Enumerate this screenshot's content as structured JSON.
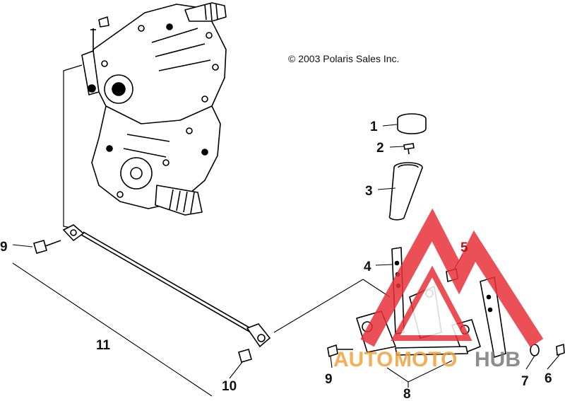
{
  "copyright": "© 2003 Polaris Sales Inc.",
  "callouts": {
    "c1": "1",
    "c2": "2",
    "c3": "3",
    "c4": "4",
    "c5": "5",
    "c6": "6",
    "c7": "7",
    "c8": "8",
    "c9_left": "9",
    "c9_right": "9",
    "c10": "10",
    "c11": "11"
  },
  "watermark": {
    "text_auto": "AUTO",
    "text_moto": "MOTO",
    "text_hub": "HUB",
    "color_red": "#e8323a",
    "color_orange": "#f2a23a",
    "color_gray": "#7a7a7a"
  },
  "icons": {
    "transmission": "transmission-housing-icon",
    "knob": "shift-knob-icon",
    "shift_lever": "shift-lever-icon"
  }
}
